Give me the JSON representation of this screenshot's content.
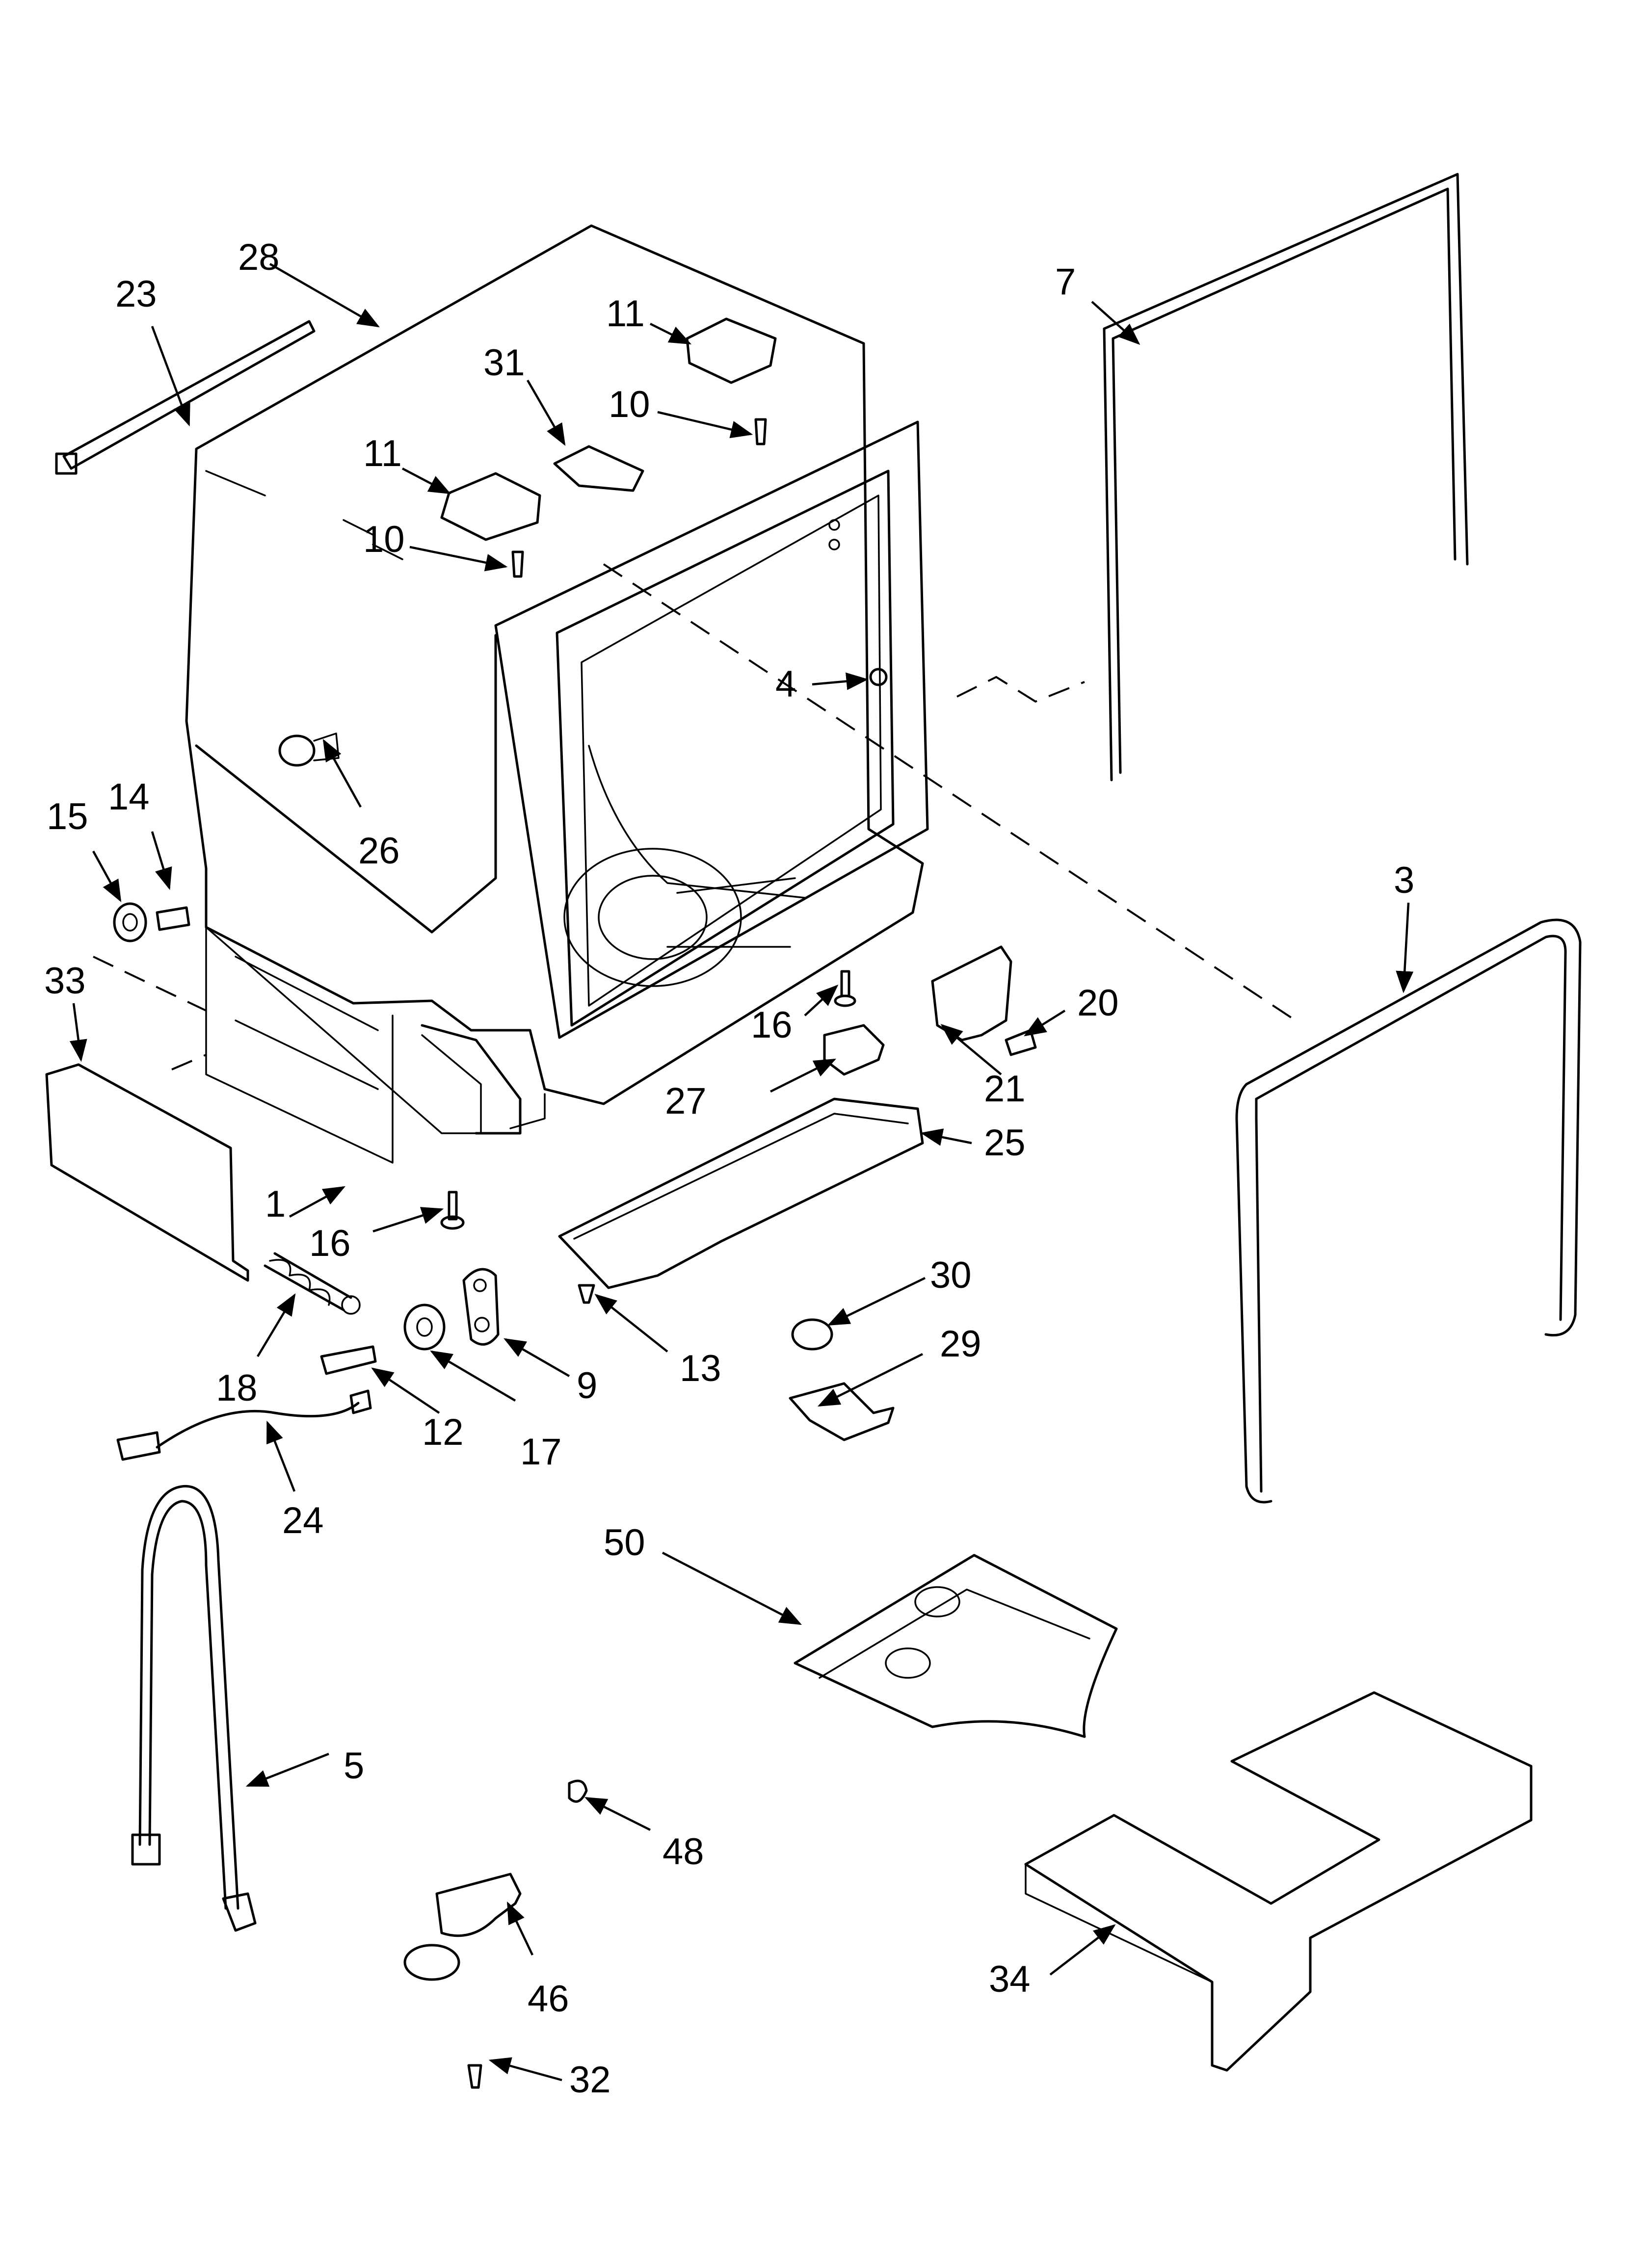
{
  "callouts": [
    {
      "id": "28",
      "text": "28"
    },
    {
      "id": "23",
      "text": "23"
    },
    {
      "id": "11a",
      "text": "11"
    },
    {
      "id": "31",
      "text": "31"
    },
    {
      "id": "11b",
      "text": "11"
    },
    {
      "id": "10a",
      "text": "10"
    },
    {
      "id": "10b",
      "text": "10"
    },
    {
      "id": "7",
      "text": "7"
    },
    {
      "id": "4",
      "text": "4"
    },
    {
      "id": "26",
      "text": "26"
    },
    {
      "id": "14",
      "text": "14"
    },
    {
      "id": "15",
      "text": "15"
    },
    {
      "id": "33",
      "text": "33"
    },
    {
      "id": "3",
      "text": "3"
    },
    {
      "id": "20",
      "text": "20"
    },
    {
      "id": "16a",
      "text": "16"
    },
    {
      "id": "21",
      "text": "21"
    },
    {
      "id": "27",
      "text": "27"
    },
    {
      "id": "25",
      "text": "25"
    },
    {
      "id": "1",
      "text": "1"
    },
    {
      "id": "16b",
      "text": "16"
    },
    {
      "id": "30",
      "text": "30"
    },
    {
      "id": "18",
      "text": "18"
    },
    {
      "id": "9",
      "text": "9"
    },
    {
      "id": "13",
      "text": "13"
    },
    {
      "id": "29",
      "text": "29"
    },
    {
      "id": "12",
      "text": "12"
    },
    {
      "id": "17",
      "text": "17"
    },
    {
      "id": "24",
      "text": "24"
    },
    {
      "id": "50",
      "text": "50"
    },
    {
      "id": "5",
      "text": "5"
    },
    {
      "id": "48",
      "text": "48"
    },
    {
      "id": "46",
      "text": "46"
    },
    {
      "id": "34",
      "text": "34"
    },
    {
      "id": "32",
      "text": "32"
    }
  ]
}
